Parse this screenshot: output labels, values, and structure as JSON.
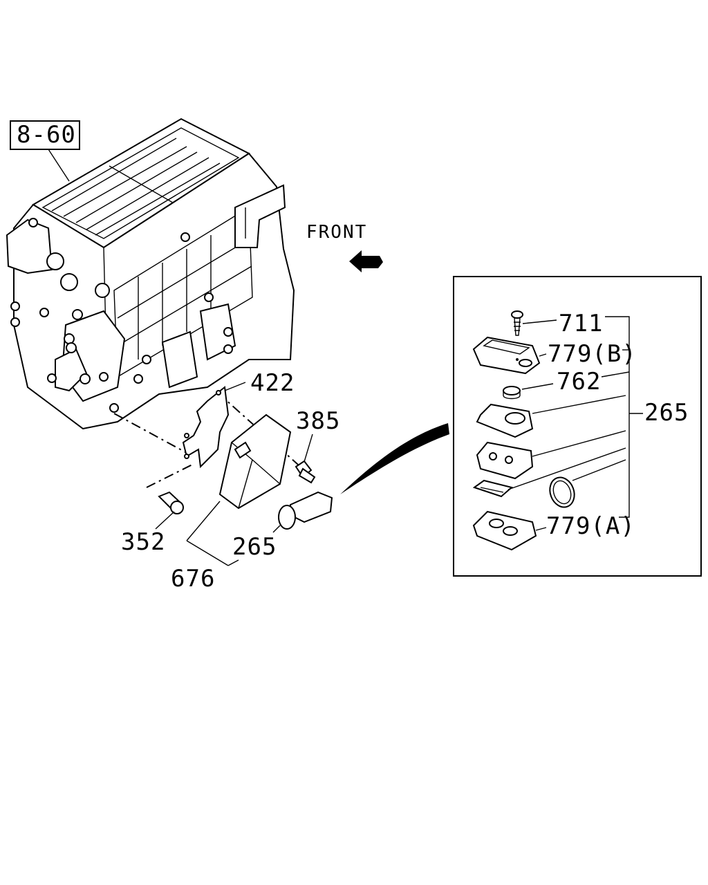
{
  "reference": {
    "label": "8-60"
  },
  "direction": {
    "label": "FRONT"
  },
  "callouts": {
    "bracket": "422",
    "bolt_right": "385",
    "screw": "352",
    "key_fob": "265",
    "control_unit": "676"
  },
  "detail_box": {
    "assembly": "265",
    "screw": "711",
    "cover_upper": "779(B)",
    "battery": "762",
    "cover_lower": "779(A)"
  }
}
